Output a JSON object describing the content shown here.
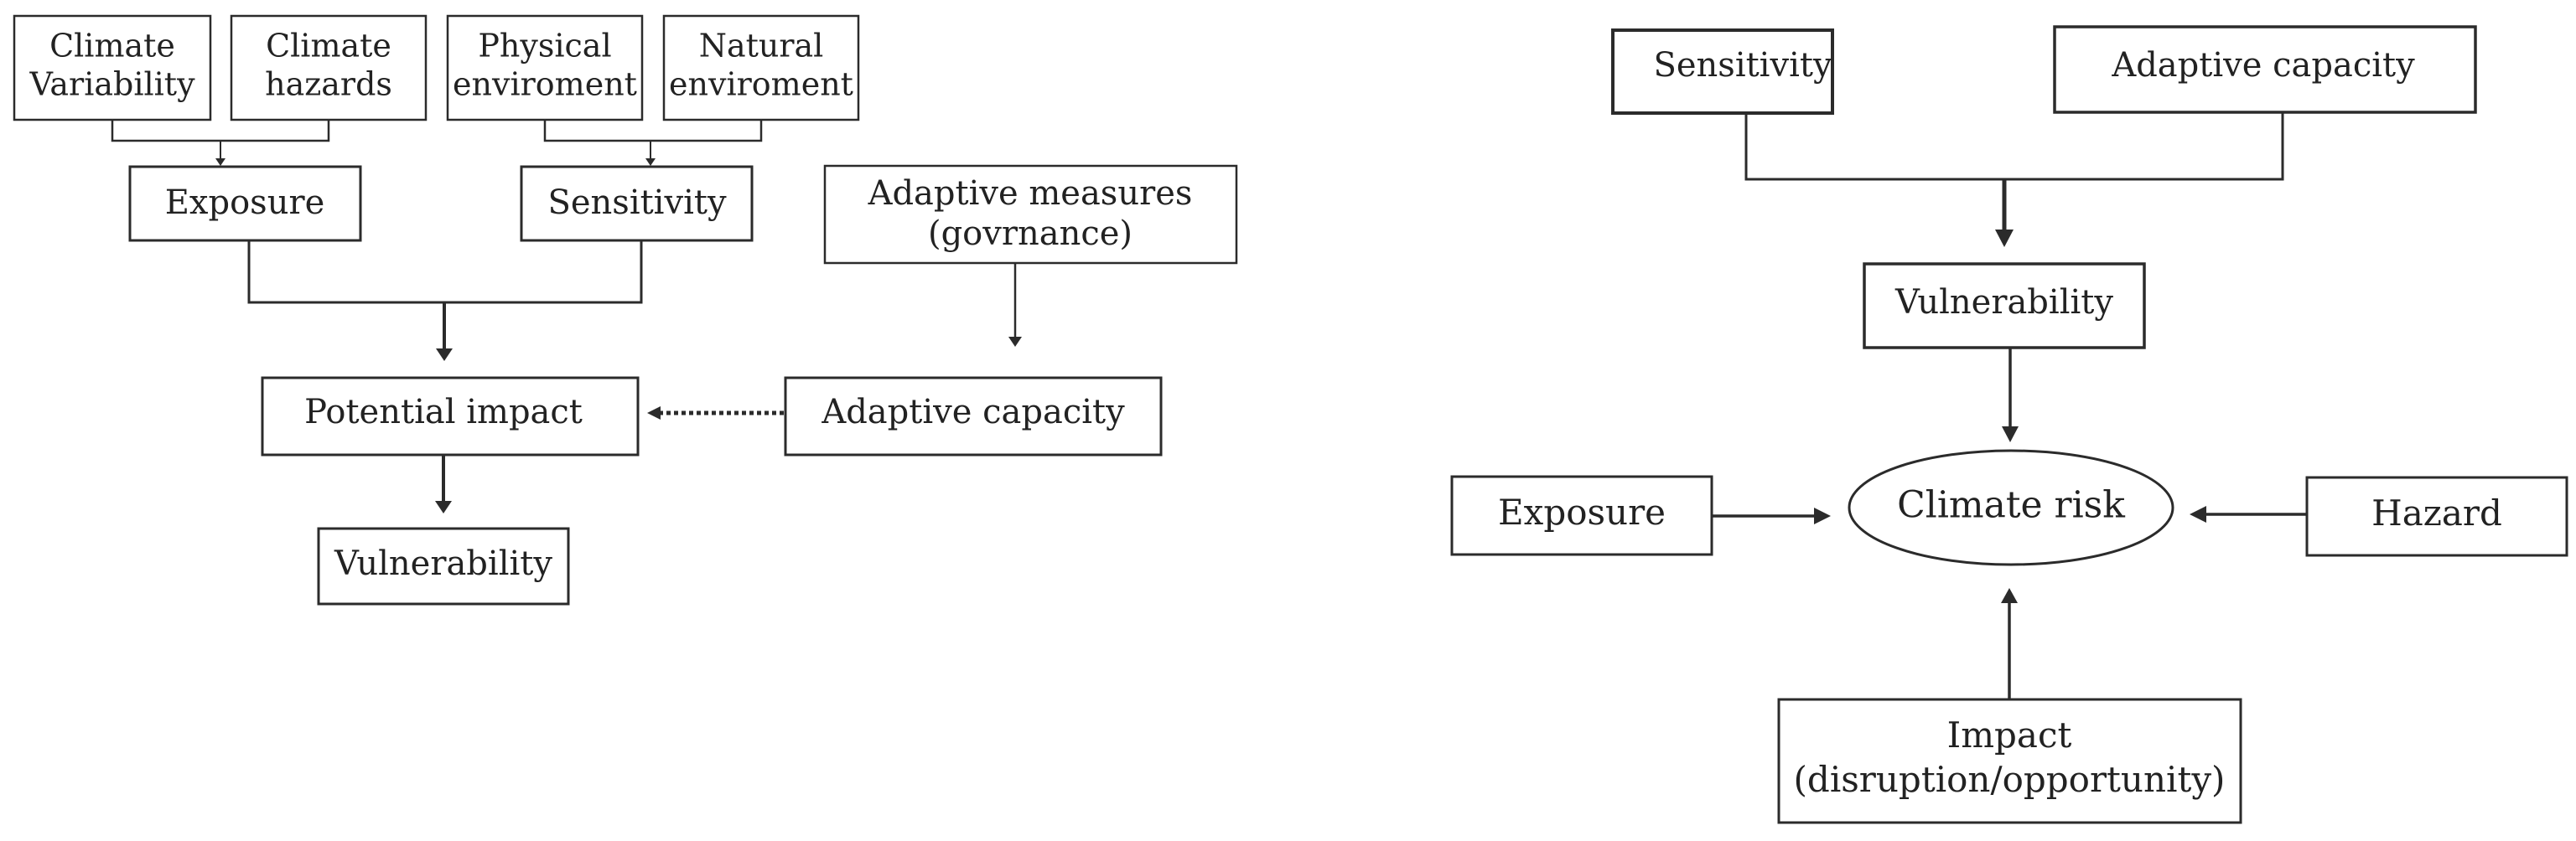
{
  "left_diagram": {
    "climate_variability": [
      "Climate",
      "Variability"
    ],
    "climate_hazards": [
      "Climate",
      "hazards"
    ],
    "physical_environment": [
      "Physical",
      "enviroment"
    ],
    "natural_environment": [
      "Natural",
      "enviroment"
    ],
    "exposure": "Exposure",
    "sensitivity": "Sensitivity",
    "adaptive_measures": [
      "Adaptive measures",
      "(govrnance)"
    ],
    "potential_impact": "Potential impact",
    "adaptive_capacity": "Adaptive capacity",
    "vulnerability": "Vulnerability"
  },
  "right_diagram": {
    "sensitivity": "Sensitivity",
    "adaptive_capacity": "Adaptive capacity",
    "vulnerability": "Vulnerability",
    "exposure": "Exposure",
    "climate_risk": "Climate risk",
    "hazard": "Hazard",
    "impact": [
      "Impact",
      "(disruption/opportunity)"
    ]
  }
}
